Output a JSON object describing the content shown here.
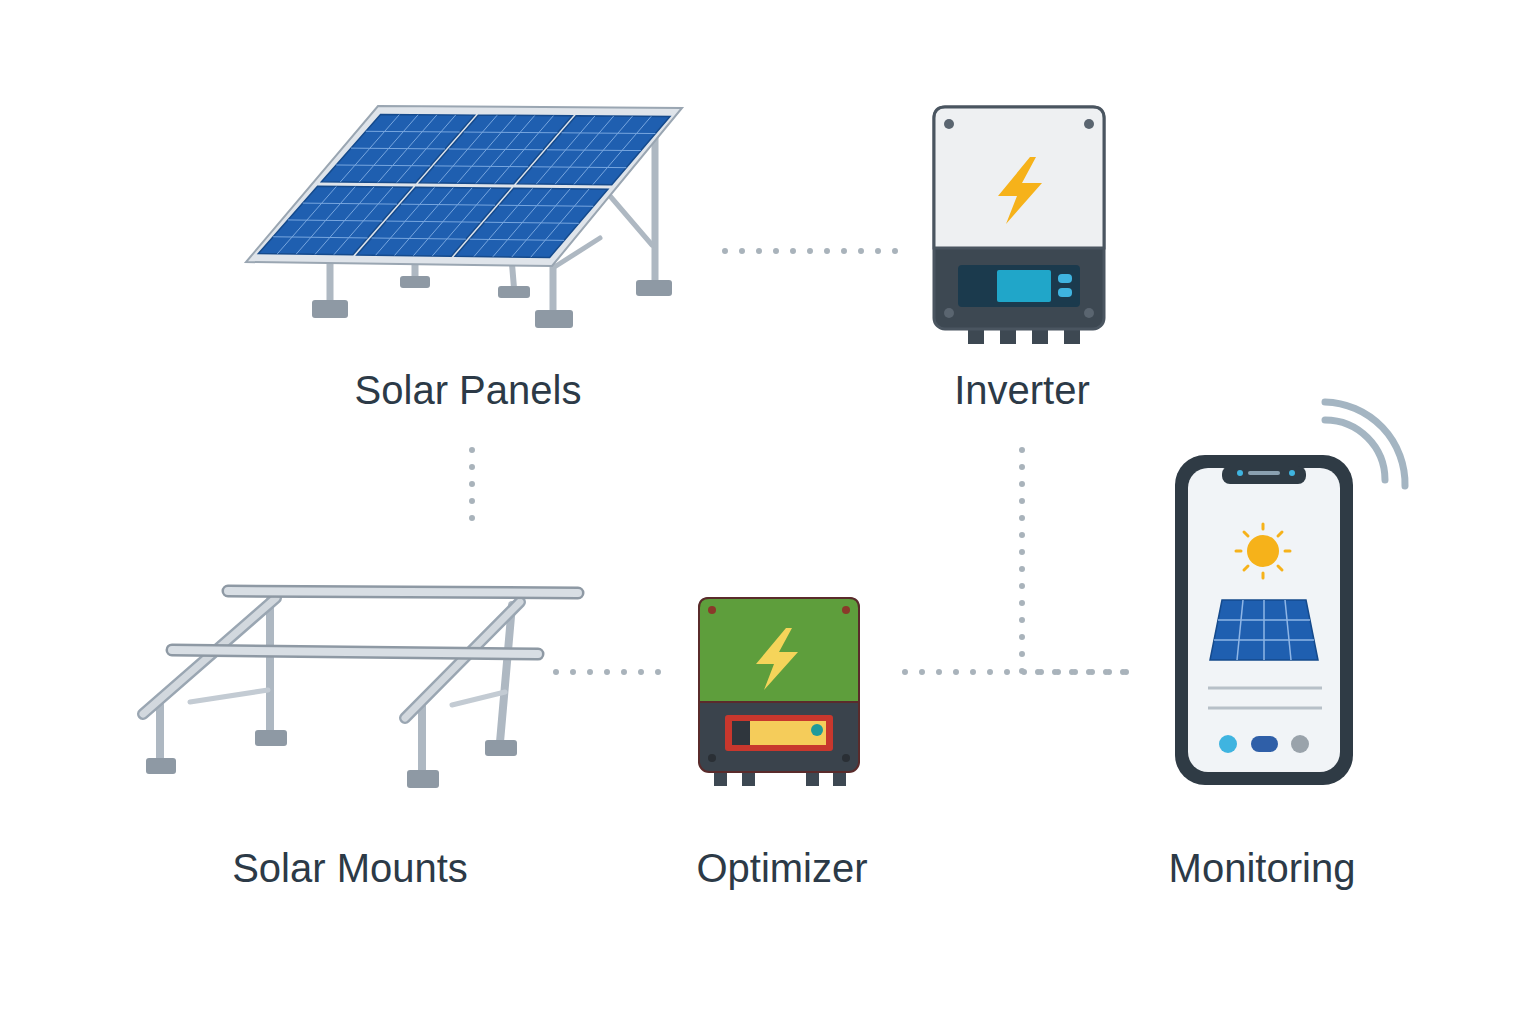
{
  "diagram": {
    "nodes": [
      {
        "text": [
          "Solar Panels"
        ]
      },
      {
        "text": [
          "Inverter"
        ]
      },
      {
        "text": [
          "Solar Mounts"
        ]
      },
      {
        "text": [
          "Optimizer"
        ]
      },
      {
        "text": [
          "Monitoring"
        ]
      }
    ],
    "edges": [
      {
        "from": 0,
        "to": 1,
        "arrow": "none"
      },
      {
        "from": 0,
        "to": 2,
        "arrow": "none"
      },
      {
        "from": 2,
        "to": 3,
        "arrow": "none"
      },
      {
        "from": 3,
        "to": 4,
        "arrow": "none"
      },
      {
        "from": 1,
        "to": 4,
        "arrow": "none"
      }
    ]
  }
}
